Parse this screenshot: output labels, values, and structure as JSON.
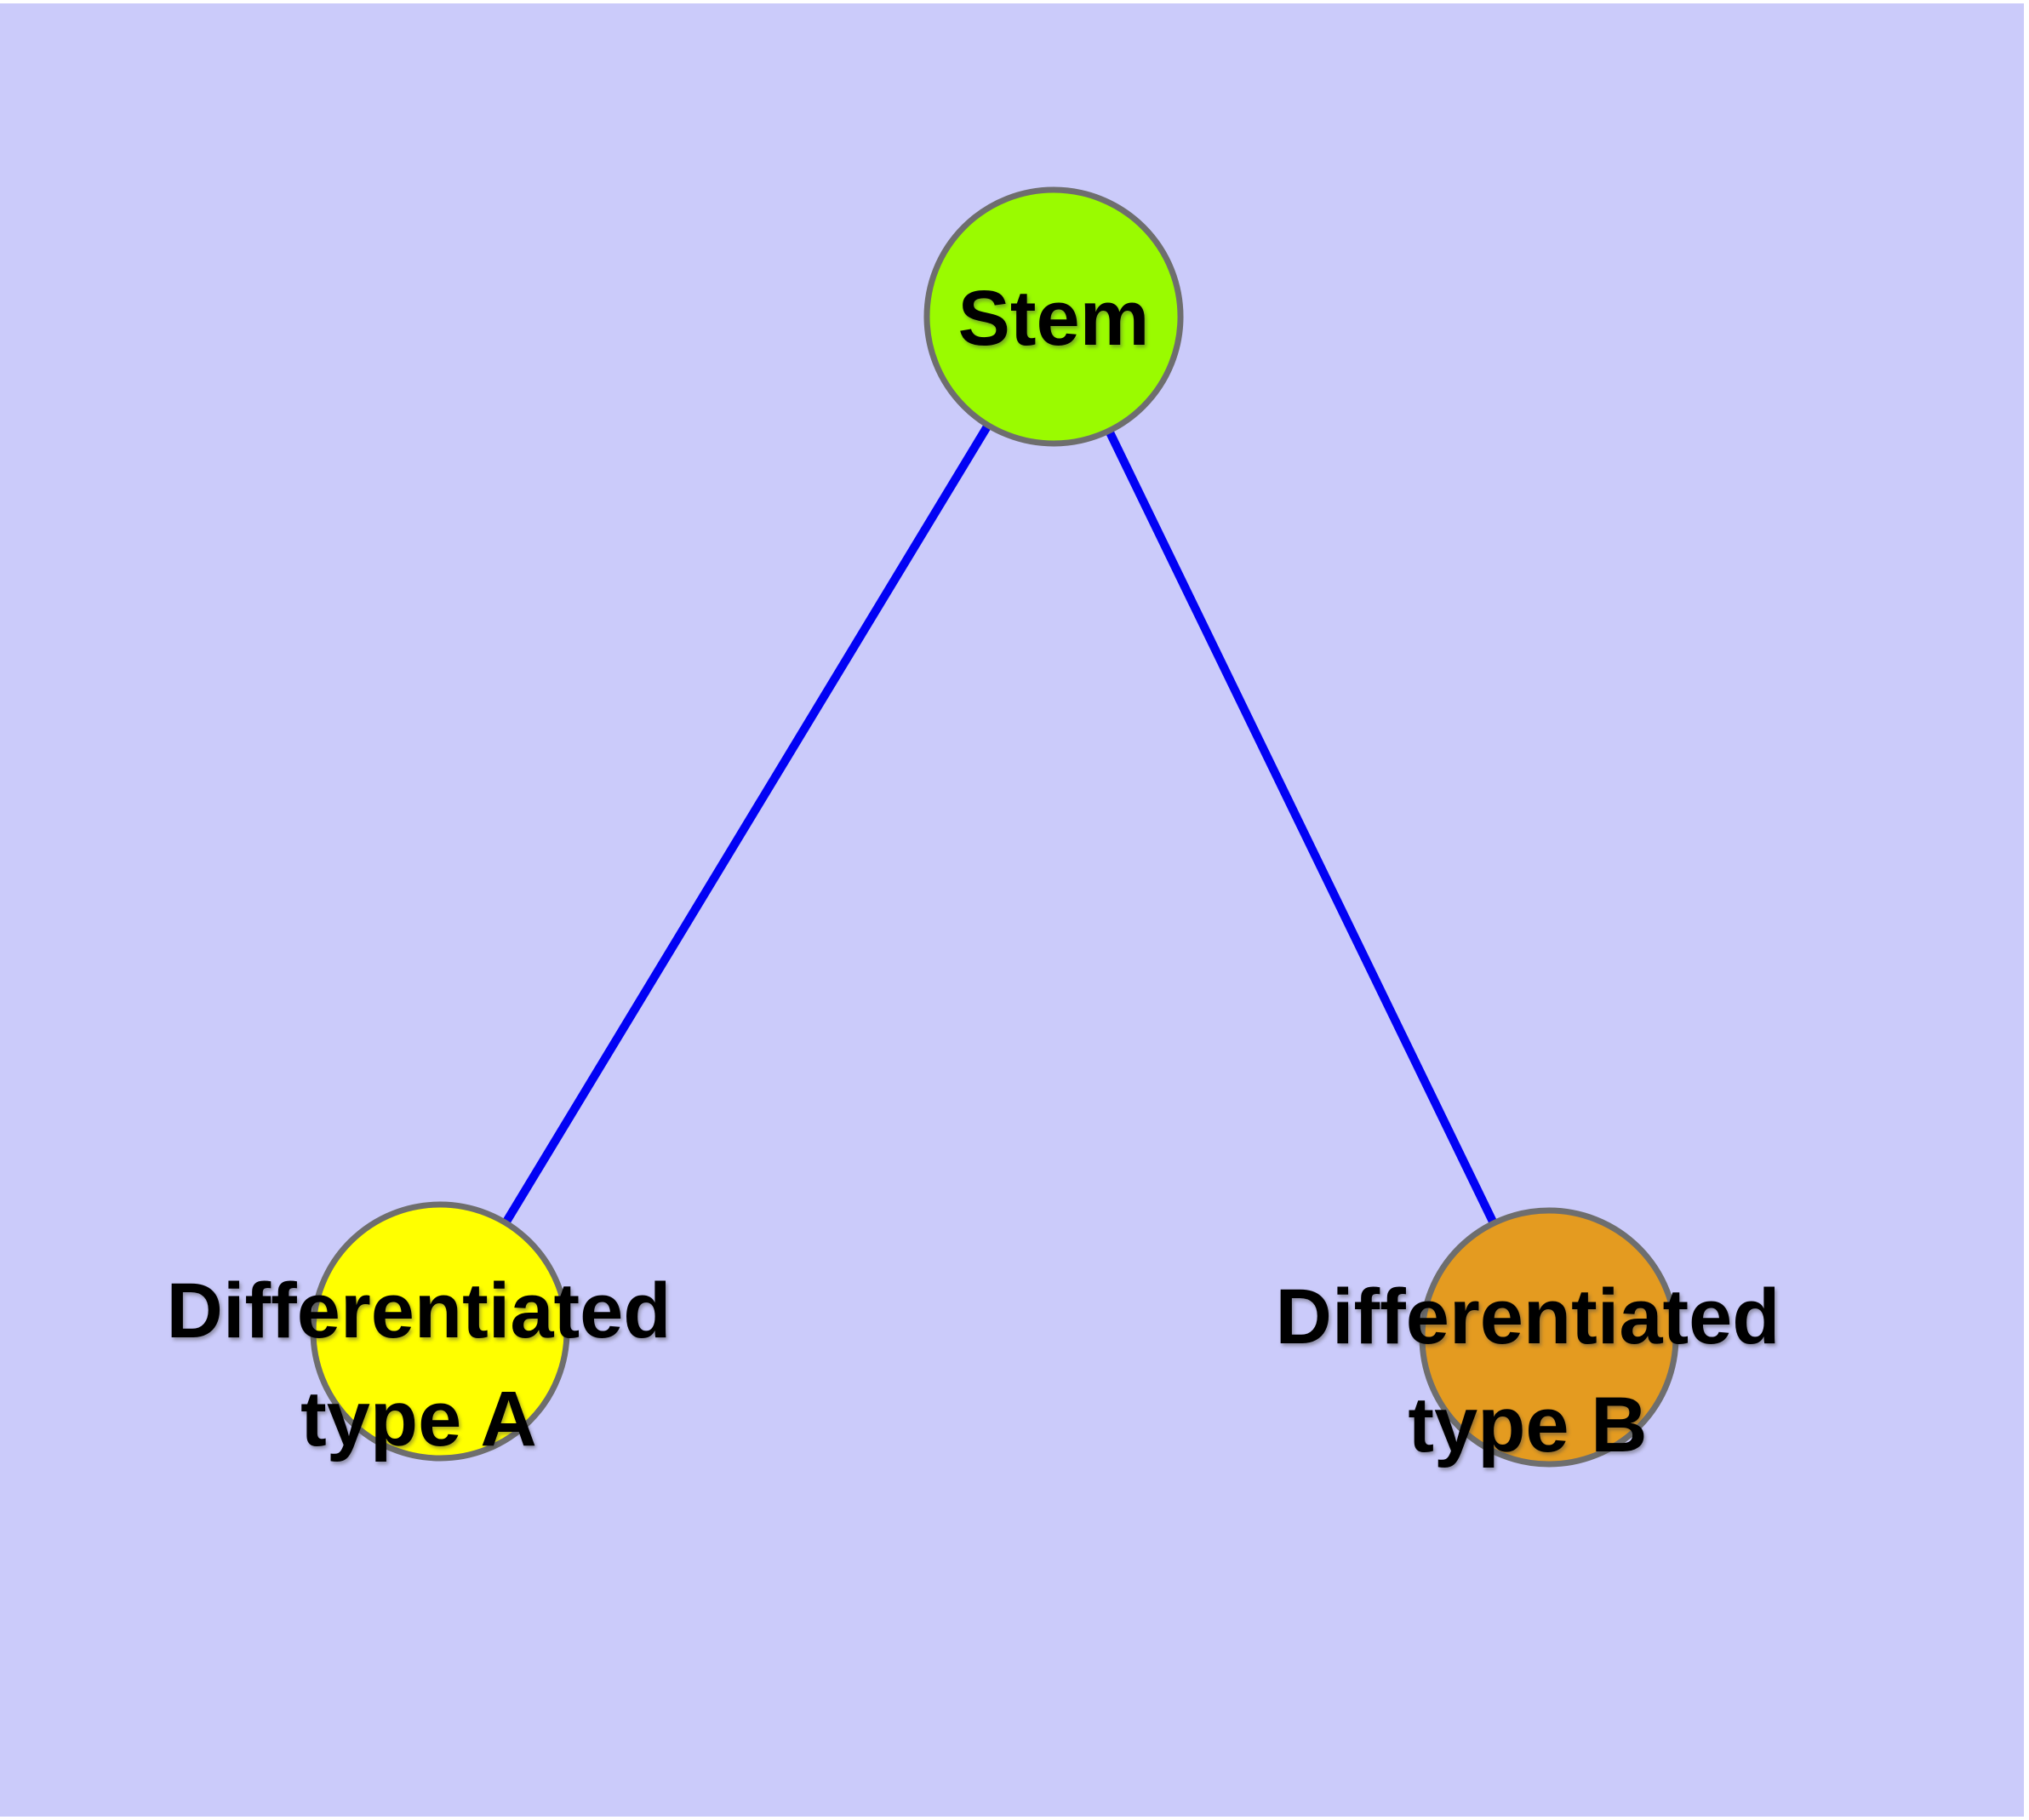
{
  "diagram": {
    "background_color": "#CBCBFA",
    "margin_color": "#FFFFFF",
    "edge_color": "#0202F4",
    "node_border_color": "#6E6E6E",
    "label_color": "#000000",
    "nodes": {
      "stem": {
        "label": "Stem",
        "fill": "#9AFB00"
      },
      "type_a": {
        "label_line1": "Differentiated",
        "label_line2": "type A",
        "fill": "#FFFF00"
      },
      "type_b": {
        "label_line1": "Differentiated",
        "label_line2": "type B",
        "fill": "#E49B20"
      }
    },
    "edges": [
      {
        "from": "Stem",
        "to": "Differentiated type A"
      },
      {
        "from": "Stem",
        "to": "Differentiated type B"
      }
    ]
  }
}
